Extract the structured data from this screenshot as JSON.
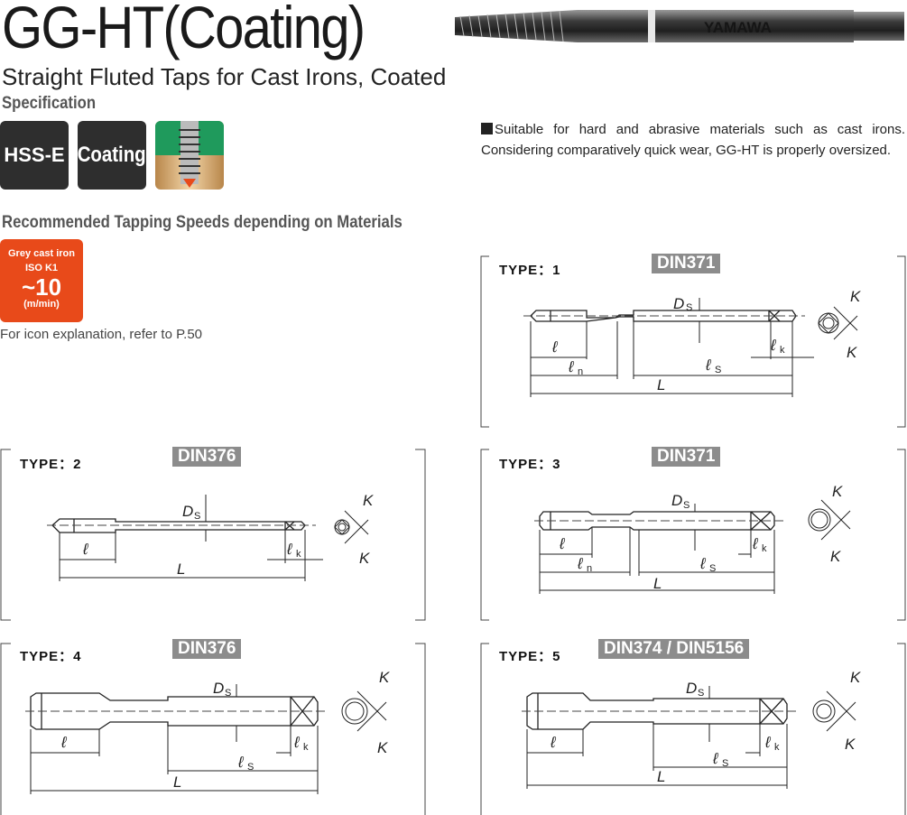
{
  "header": {
    "title": "GG-HT(Coating)",
    "subtitle": "Straight Fluted Taps for Cast Irons, Coated",
    "brand": "YAMAWA"
  },
  "spec": {
    "heading": "Specification",
    "badges": [
      "HSS-E",
      "Coating"
    ]
  },
  "description": "Suitable for hard and abrasive materials such as cast irons. Considering comparatively quick wear, GG-HT is properly oversized.",
  "speeds": {
    "heading": "Recommended Tapping Speeds depending on Materials",
    "material": "Grey cast iron",
    "iso": "ISO K1",
    "value": "~10",
    "unit": "(m/min)",
    "note": "For icon explanation, refer to P.50"
  },
  "dimension_labels": {
    "Ds": "D",
    "s": "S",
    "l": "ℓ",
    "ln": "ℓ",
    "n": "n",
    "ls": "ℓ",
    "lk": "ℓ",
    "k": "k",
    "L": "L",
    "K": "K"
  },
  "types": [
    {
      "label": "TYPE：1",
      "standard": "DIN371"
    },
    {
      "label": "TYPE：2",
      "standard": "DIN376"
    },
    {
      "label": "TYPE：3",
      "standard": "DIN371"
    },
    {
      "label": "TYPE：4",
      "standard": "DIN376"
    },
    {
      "label": "TYPE：5",
      "standard": "DIN374 / DIN5156"
    }
  ],
  "colors": {
    "speed_badge": "#e84a1a",
    "standard_badge": "#8c8c8c",
    "spec_badge": "#2e2e2e"
  }
}
